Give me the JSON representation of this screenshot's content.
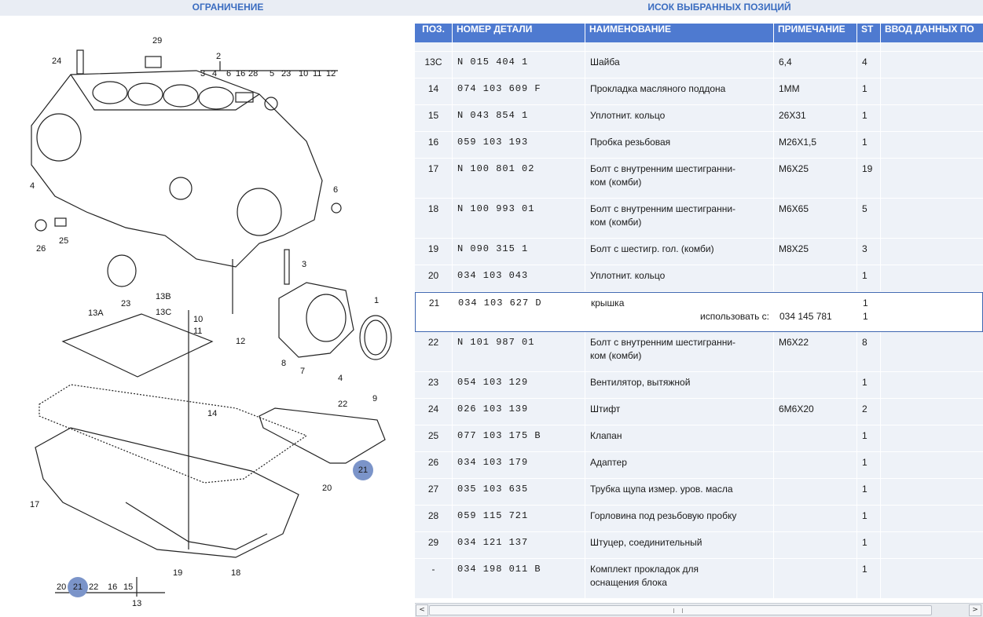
{
  "header": {
    "left_title": "ОГРАНИЧЕНИЕ",
    "right_title": "ИСОК ВЫБРАННЫХ ПОЗИЦИЙ"
  },
  "diagram": {
    "labels": [
      "29",
      "24",
      "2",
      "3",
      "4",
      "6",
      "16",
      "28",
      "5",
      "23",
      "10",
      "11",
      "12",
      "4",
      "6",
      "26",
      "25",
      "3",
      "23",
      "13B",
      "13C",
      "10",
      "11",
      "12",
      "13A",
      "1",
      "8",
      "7",
      "4",
      "9",
      "14",
      "22",
      "21",
      "20",
      "17",
      "19",
      "18",
      "20",
      "21",
      "22",
      "16",
      "15",
      "13"
    ],
    "highlighted": [
      "21",
      "21"
    ]
  },
  "table": {
    "columns": [
      "ПОЗ.",
      "НОМЕР ДЕТАЛИ",
      "НАИМЕНОВАНИЕ",
      "ПРИМЕЧАНИЕ",
      "ST",
      "ВВОД ДАННЫХ ПО"
    ],
    "rows": [
      {
        "pos": "13C",
        "num": "N   015 404 1",
        "name": "Шайба",
        "note": "6,4",
        "st": "4"
      },
      {
        "pos": "14",
        "num": "074 103 609 F",
        "name": "Прокладка масляного поддона",
        "note": "1MM",
        "st": "1"
      },
      {
        "pos": "15",
        "num": "N   043 854 1",
        "name": "Уплотнит. кольцо",
        "note": "26X31",
        "st": "1"
      },
      {
        "pos": "16",
        "num": "059 103 193",
        "name": "Пробка резьбовая",
        "note": "M26X1,5",
        "st": "1"
      },
      {
        "pos": "17",
        "num": "N   100 801 02",
        "name": "Болт с внутренним шестигранни-",
        "name2": "ком (комби)",
        "note": "M6X25",
        "st": "19"
      },
      {
        "pos": "18",
        "num": "N   100 993 01",
        "name": "Болт с внутренним шестигранни-",
        "name2": "ком (комби)",
        "note": "M6X65",
        "st": "5"
      },
      {
        "pos": "19",
        "num": "N   090 315 1",
        "name": "Болт с шестигр. гол. (комби)",
        "note": "M8X25",
        "st": "3"
      },
      {
        "pos": "20",
        "num": "034 103 043",
        "name": "Уплотнит. кольцо",
        "note": "",
        "st": "1"
      },
      {
        "pos": "21",
        "num": "034 103 627 D",
        "name": "крышка",
        "note": "",
        "st": "1",
        "use_label": "использовать с:",
        "use_num": "034 145 781",
        "use_st": "1"
      },
      {
        "pos": "22",
        "num": "N   101 987 01",
        "name": "Болт с внутренним шестигранни-",
        "name2": "ком (комби)",
        "note": "M6X22",
        "st": "8"
      },
      {
        "pos": "23",
        "num": "054 103 129",
        "name": "Вентилятор, вытяжной",
        "note": "",
        "st": "1"
      },
      {
        "pos": "24",
        "num": "026 103 139",
        "name": "Штифт",
        "note": "6M6X20",
        "st": "2"
      },
      {
        "pos": "25",
        "num": "077 103 175 B",
        "name": "Клапан",
        "note": "",
        "st": "1"
      },
      {
        "pos": "26",
        "num": "034 103 179",
        "name": "Адаптер",
        "note": "",
        "st": "1"
      },
      {
        "pos": "27",
        "num": "035 103 635",
        "name": "Трубка щупа измер. уров. масла",
        "note": "",
        "st": "1"
      },
      {
        "pos": "28",
        "num": "059 115 721",
        "name": "Горловина под резьбовую пробку",
        "note": "",
        "st": "1"
      },
      {
        "pos": "29",
        "num": "034 121 137",
        "name": "Штуцер, соединительный",
        "note": "",
        "st": "1"
      },
      {
        "pos": "-",
        "num": "034 198 011 B",
        "name": "Комплект прокладок для",
        "name2": "оснащения блока",
        "note": "",
        "st": "1"
      }
    ]
  },
  "scrollbar": {
    "left_arrow": "<",
    "right_arrow": ">"
  }
}
